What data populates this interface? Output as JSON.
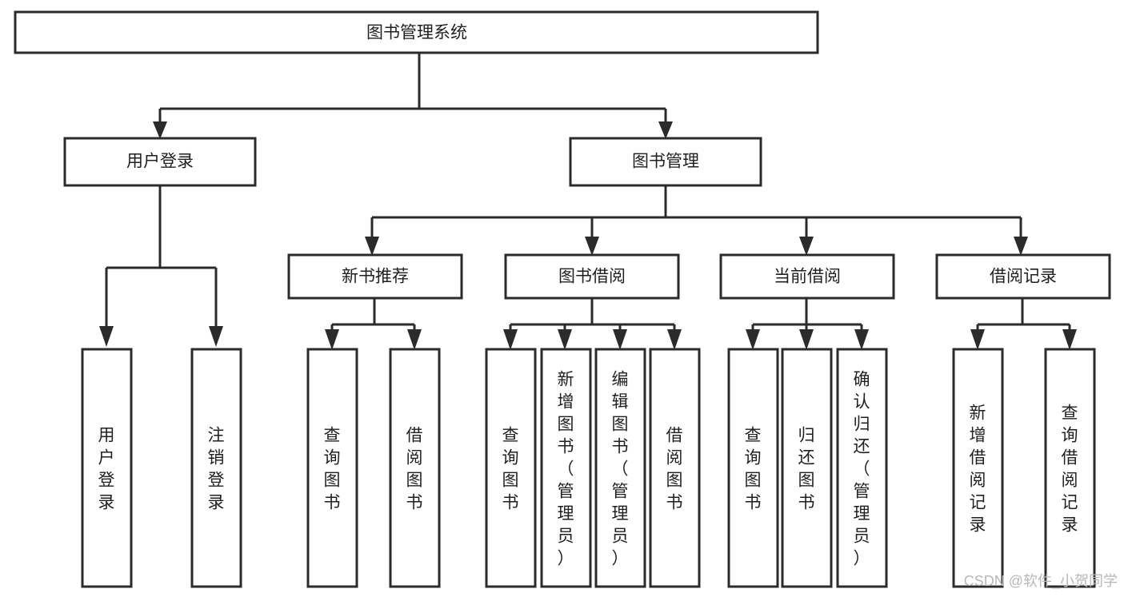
{
  "diagram": {
    "type": "tree-hierarchy",
    "title": "图书管理系统",
    "orientation": "top-down",
    "root": {
      "id": "root",
      "label": "图书管理系统",
      "text_direction": "horizontal"
    },
    "level2": [
      {
        "id": "user-login",
        "label": "用户登录",
        "text_direction": "horizontal"
      },
      {
        "id": "book-manage",
        "label": "图书管理",
        "text_direction": "horizontal"
      }
    ],
    "level3": [
      {
        "id": "new-book-recommend",
        "label": "新书推荐",
        "parent": "book-manage",
        "text_direction": "horizontal"
      },
      {
        "id": "book-borrow",
        "label": "图书借阅",
        "parent": "book-manage",
        "text_direction": "horizontal"
      },
      {
        "id": "current-borrow",
        "label": "当前借阅",
        "parent": "book-manage",
        "text_direction": "horizontal"
      },
      {
        "id": "borrow-record",
        "label": "借阅记录",
        "parent": "book-manage",
        "text_direction": "horizontal"
      }
    ],
    "leaves": [
      {
        "id": "leaf-user-login",
        "label": "用户登录",
        "parent": "user-login",
        "text_direction": "vertical"
      },
      {
        "id": "leaf-user-logout",
        "label": "注销登录",
        "parent": "user-login",
        "text_direction": "vertical"
      },
      {
        "id": "leaf-query-book-1",
        "label": "查询图书",
        "parent": "new-book-recommend",
        "text_direction": "vertical"
      },
      {
        "id": "leaf-borrow-book-1",
        "label": "借阅图书",
        "parent": "new-book-recommend",
        "text_direction": "vertical"
      },
      {
        "id": "leaf-query-book-2",
        "label": "查询图书",
        "parent": "book-borrow",
        "text_direction": "vertical"
      },
      {
        "id": "leaf-add-book",
        "label": "新增图书（管理员）",
        "parent": "book-borrow",
        "text_direction": "vertical"
      },
      {
        "id": "leaf-edit-book",
        "label": "编辑图书（管理员）",
        "parent": "book-borrow",
        "text_direction": "vertical"
      },
      {
        "id": "leaf-borrow-book-2",
        "label": "借阅图书",
        "parent": "book-borrow",
        "text_direction": "vertical"
      },
      {
        "id": "leaf-query-book-3",
        "label": "查询图书",
        "parent": "current-borrow",
        "text_direction": "vertical"
      },
      {
        "id": "leaf-return-book",
        "label": "归还图书",
        "parent": "current-borrow",
        "text_direction": "vertical"
      },
      {
        "id": "leaf-confirm-return",
        "label": "确认归还（管理员）",
        "parent": "current-borrow",
        "text_direction": "vertical"
      },
      {
        "id": "leaf-add-record",
        "label": "新增借阅记录",
        "parent": "borrow-record",
        "text_direction": "vertical"
      },
      {
        "id": "leaf-query-record",
        "label": "查询借阅记录",
        "parent": "borrow-record",
        "text_direction": "vertical"
      }
    ],
    "colors": {
      "box_stroke": "#2b2b2b",
      "box_fill": "#ffffff",
      "connector": "#2b2b2b",
      "text": "#1f1f1f",
      "background": "#ffffff",
      "watermark": "#b8b8b8"
    }
  },
  "watermark": {
    "text": "CSDN @软件_小贺同学"
  }
}
